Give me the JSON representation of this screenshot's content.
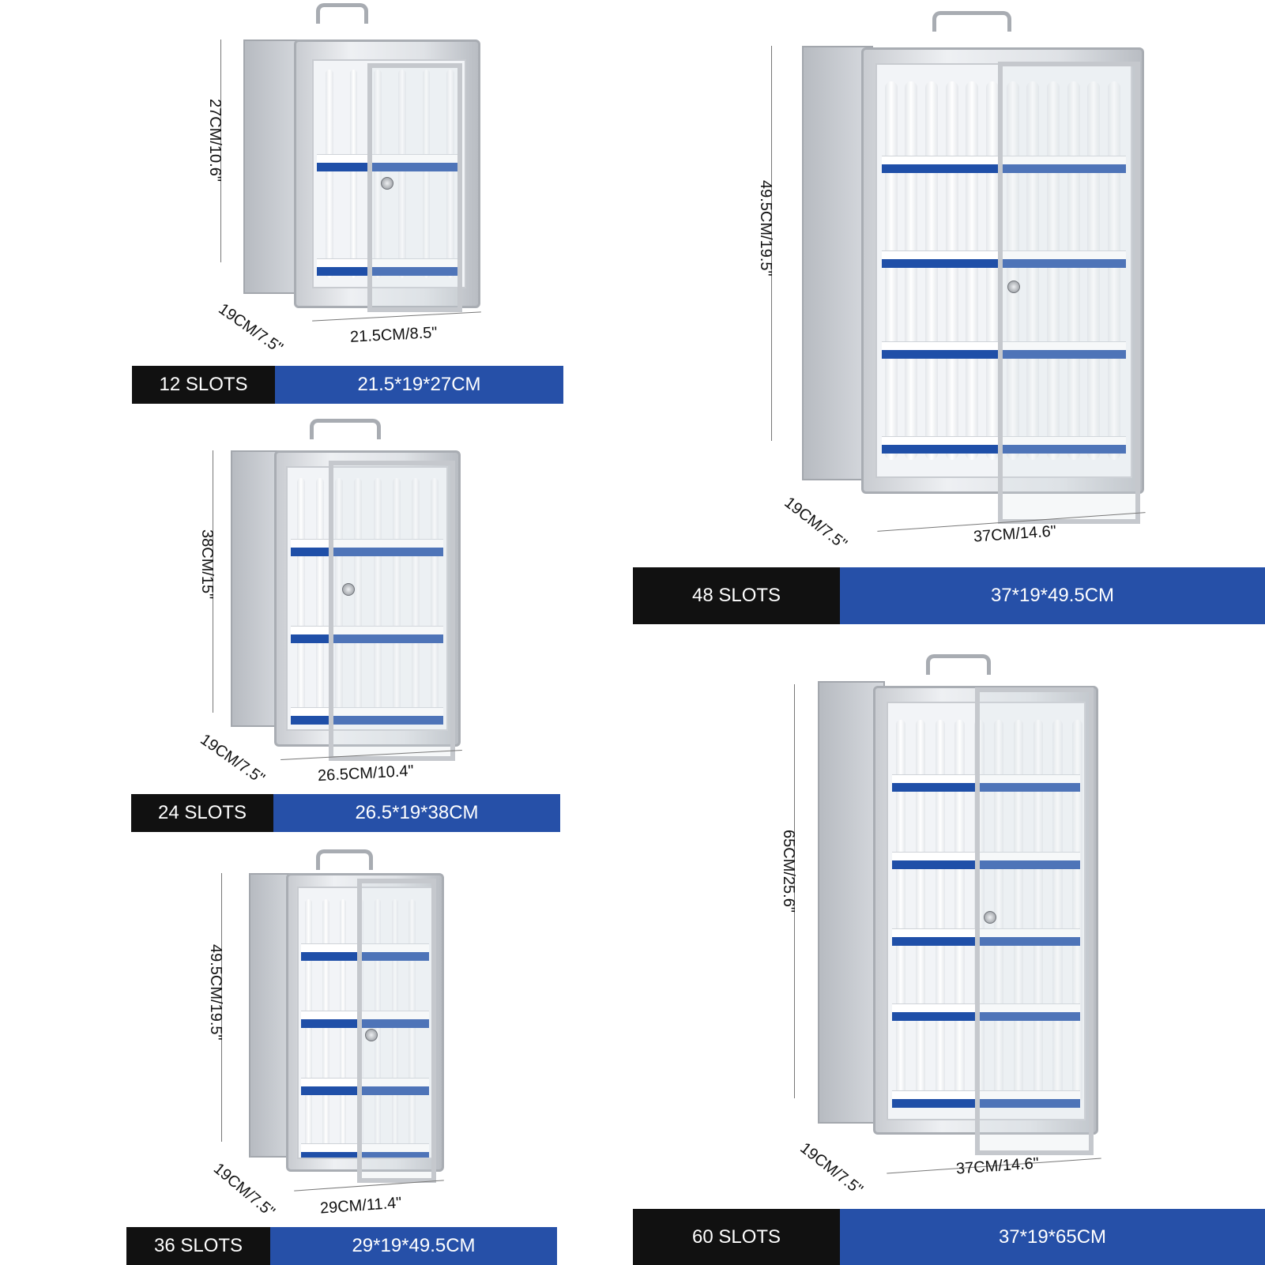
{
  "products": [
    {
      "id": "12",
      "slots_label": "12 SLOTS",
      "size_label": "21.5*19*27CM",
      "height_label": "27CM/10.6\"",
      "depth_label": "19CM/7.5\"",
      "width_label": "21.5CM/8.5\""
    },
    {
      "id": "24",
      "slots_label": "24 SLOTS",
      "size_label": "26.5*19*38CM",
      "height_label": "38CM/15\"",
      "depth_label": "19CM/7.5\"",
      "width_label": "26.5CM/10.4\""
    },
    {
      "id": "36",
      "slots_label": "36 SLOTS",
      "size_label": "29*19*49.5CM",
      "height_label": "49.5CM/19.5\"",
      "depth_label": "19CM/7.5\"",
      "width_label": "29CM/11.4\""
    },
    {
      "id": "48",
      "slots_label": "48 SLOTS",
      "size_label": "37*19*49.5CM",
      "height_label": "49.5CM/19.5\"",
      "depth_label": "19CM/7.5\"",
      "width_label": "37CM/14.6\""
    },
    {
      "id": "60",
      "slots_label": "60 SLOTS",
      "size_label": "37*19*65CM",
      "height_label": "65CM/25.6\"",
      "depth_label": "19CM/7.5\"",
      "width_label": "37CM/14.6\""
    }
  ],
  "colors": {
    "slots_bg": "#111111",
    "size_bg": "#2650a8",
    "label_blue": "#1f4fa8",
    "aluminum": "#c9ccd1"
  }
}
